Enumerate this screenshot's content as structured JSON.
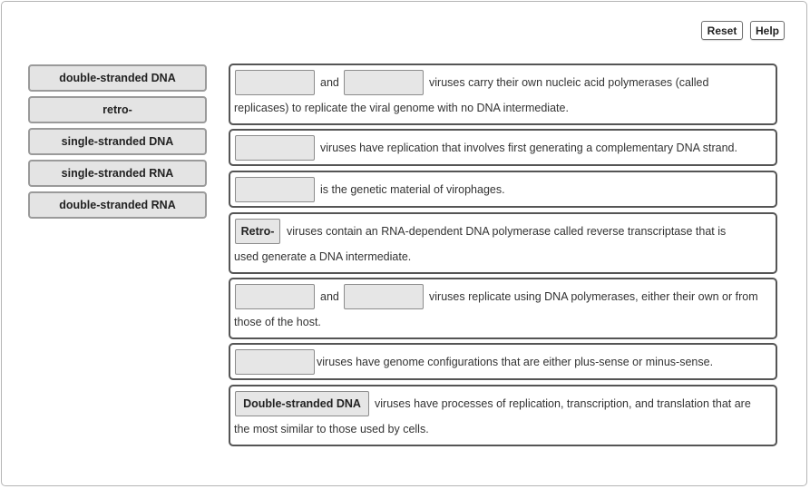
{
  "toolbar": {
    "reset_label": "Reset",
    "help_label": "Help"
  },
  "bank": {
    "items": [
      {
        "label": "double-stranded DNA"
      },
      {
        "label": "retro-"
      },
      {
        "label": "single-stranded DNA"
      },
      {
        "label": "single-stranded RNA"
      },
      {
        "label": "double-stranded RNA"
      }
    ]
  },
  "statements": [
    {
      "and": "and",
      "line1": "viruses carry their own nucleic acid polymerases (called",
      "line2": "replicases) to replicate the viral genome with no DNA intermediate."
    },
    {
      "line1": "viruses have replication that involves first generating a complementary DNA strand."
    },
    {
      "line1": "is the genetic material of virophages."
    },
    {
      "slot": "Retro-",
      "line1": "viruses contain an RNA-dependent DNA polymerase called reverse transcriptase that is",
      "line2": "used generate a DNA intermediate."
    },
    {
      "and": "and",
      "line1": "viruses replicate using DNA polymerases, either their own or from",
      "line2": "those of the host."
    },
    {
      "line1": "viruses have genome configurations that are either plus-sense or minus-sense."
    },
    {
      "slot": "Double-stranded DNA",
      "line1": "viruses have processes of replication, transcription, and translation that are",
      "line2": "the most similar to those used by cells."
    }
  ]
}
